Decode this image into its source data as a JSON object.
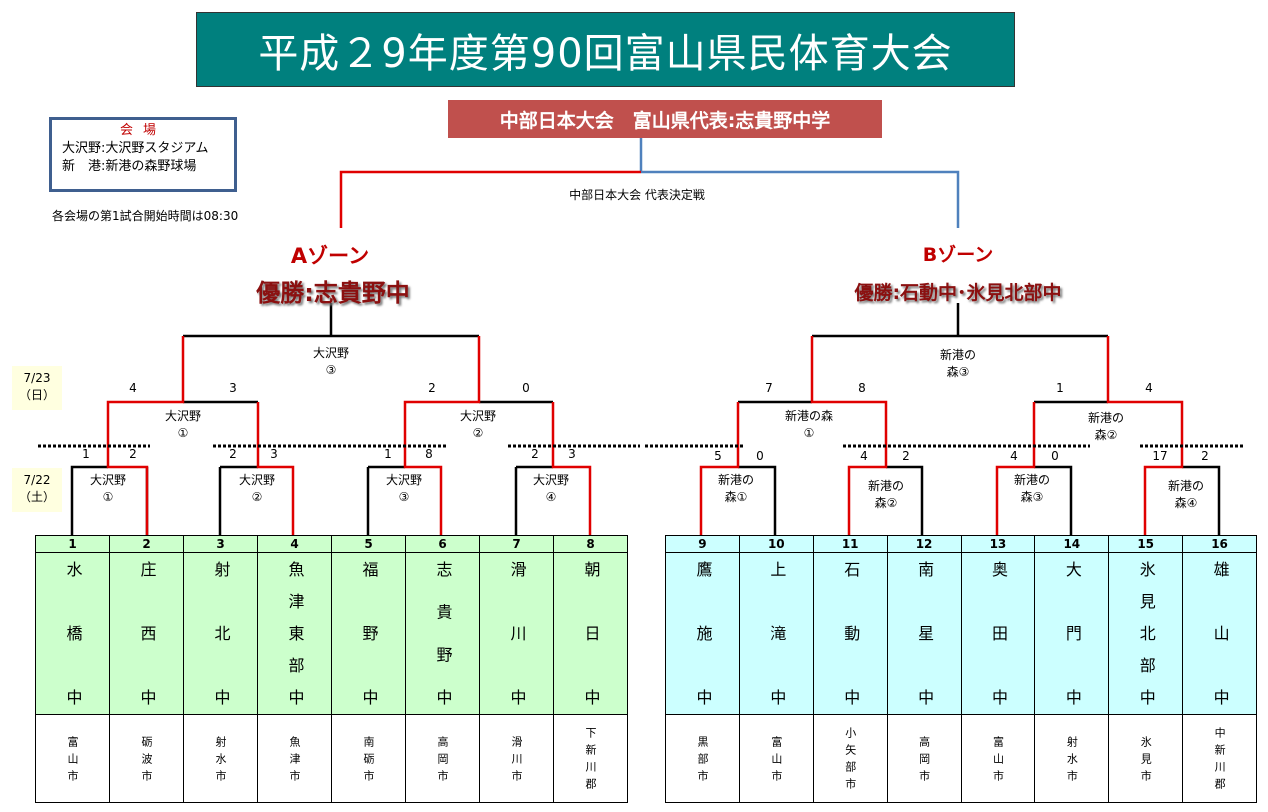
{
  "title": "平成２9年度第90回富山県民体育大会",
  "representative": "中部日本大会　富山県代表:志貴野中学",
  "final_label": "中部日本大会 代表決定戦",
  "venue": {
    "heading": "会場",
    "lines": [
      "大沢野:大沢野スタジアム",
      "新　港:新港の森野球場"
    ]
  },
  "note": "各会場の第1試合開始時間は08:30",
  "dates": {
    "day2": [
      "7/23",
      "（日）"
    ],
    "day1": [
      "7/22",
      "（土）"
    ]
  },
  "zoneA": {
    "title": "Aゾーン",
    "champion": "優勝:志貴野中",
    "final": {
      "venue": [
        "大沢野",
        "③"
      ],
      "scores": [
        "4",
        "3",
        "2",
        "0"
      ]
    },
    "semis": [
      {
        "venue": [
          "大沢野",
          "①"
        ]
      },
      {
        "venue": [
          "大沢野",
          "②"
        ]
      }
    ],
    "round1": [
      {
        "venue": [
          "大沢野",
          "①"
        ],
        "scores": [
          "1",
          "2"
        ]
      },
      {
        "venue": [
          "大沢野",
          "②"
        ],
        "scores": [
          "2",
          "3"
        ]
      },
      {
        "venue": [
          "大沢野",
          "③"
        ],
        "scores": [
          "1",
          "8"
        ]
      },
      {
        "venue": [
          "大沢野",
          "④"
        ],
        "scores": [
          "2",
          "3"
        ]
      }
    ],
    "teams": [
      {
        "no": "1",
        "name": "水橋中",
        "city": "富山市"
      },
      {
        "no": "2",
        "name": "庄西中",
        "city": "砺波市"
      },
      {
        "no": "3",
        "name": "射北中",
        "city": "射水市"
      },
      {
        "no": "4",
        "name": "魚津東部中",
        "city": "魚津市"
      },
      {
        "no": "5",
        "name": "福野中",
        "city": "南砺市"
      },
      {
        "no": "6",
        "name": "志貴野中",
        "city": "高岡市"
      },
      {
        "no": "7",
        "name": "滑川中",
        "city": "滑川市"
      },
      {
        "no": "8",
        "name": "朝日中",
        "city": "下新川郡"
      }
    ]
  },
  "zoneB": {
    "title": "Bゾーン",
    "champion": "優勝:石動中･氷見北部中",
    "final": {
      "venue": [
        "新港の",
        "森③"
      ],
      "scores": [
        "7",
        "8",
        "1",
        "4"
      ]
    },
    "semis": [
      {
        "venue": [
          "新港の森",
          "①"
        ]
      },
      {
        "venue": [
          "新港の",
          "森②"
        ]
      }
    ],
    "round1": [
      {
        "venue": [
          "新港の",
          "森①"
        ],
        "scores": [
          "5",
          "0"
        ]
      },
      {
        "venue": [
          "新港の",
          "森②"
        ],
        "scores": [
          "4",
          "2"
        ]
      },
      {
        "venue": [
          "新港の",
          "森③"
        ],
        "scores": [
          "4",
          "0"
        ]
      },
      {
        "venue": [
          "新港の",
          "森④"
        ],
        "scores": [
          "17",
          "2"
        ]
      }
    ],
    "teams": [
      {
        "no": "9",
        "name": "鷹施中",
        "city": "黒部市"
      },
      {
        "no": "10",
        "name": "上滝中",
        "city": "富山市"
      },
      {
        "no": "11",
        "name": "石動中",
        "city": "小矢部市"
      },
      {
        "no": "12",
        "name": "南星中",
        "city": "高岡市"
      },
      {
        "no": "13",
        "name": "奥田中",
        "city": "富山市"
      },
      {
        "no": "14",
        "name": "大門中",
        "city": "射水市"
      },
      {
        "no": "15",
        "name": "氷見北部中",
        "city": "氷見市"
      },
      {
        "no": "16",
        "name": "雄山中",
        "city": "中新川郡"
      }
    ]
  },
  "colors": {
    "title_bg": "#00807e",
    "rep_bg": "#c0504d",
    "win_line": "#e00000",
    "b_line": "#4f81bd",
    "zoneA_table": "#ccffcc",
    "zoneB_table": "#ccffff"
  }
}
